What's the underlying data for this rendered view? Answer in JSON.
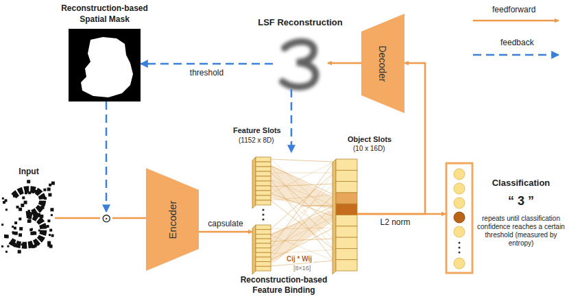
{
  "diagram": {
    "nodes": [
      {
        "text": [
          "Reconstruction-based Spatial Mask"
        ]
      },
      {
        "text": [
          "LSF Reconstruction"
        ]
      },
      {
        "text": [
          "Decoder"
        ]
      },
      {
        "text": [
          "Input"
        ]
      },
      {
        "text": [
          "⊙"
        ]
      },
      {
        "text": [
          "Encoder"
        ]
      },
      {
        "text": [
          "Feature Slots",
          "(1152 x 8D)"
        ]
      },
      {
        "text": [
          "Object Slots",
          "(10 x 16D)"
        ]
      },
      {
        "text": [
          "Classification",
          "“ 3 ”",
          "repeats until classification confidence reaches a certain threshold (measured by entropy)"
        ]
      }
    ],
    "edges": [
      {
        "from": 3,
        "to": 4,
        "arrow": "none"
      },
      {
        "from": 0,
        "to": 4,
        "arrow": "to"
      },
      {
        "from": 4,
        "to": 5,
        "arrow": "none"
      },
      {
        "from": 5,
        "to": 6,
        "label": "capsulate",
        "arrow": "to"
      },
      {
        "from": 6,
        "to": 7,
        "arrow": "none"
      },
      {
        "from": 7,
        "to": 8,
        "label": "L2 norm",
        "arrow": "to"
      },
      {
        "from": 7,
        "to": 2,
        "arrow": "to"
      },
      {
        "from": 2,
        "to": 1,
        "arrow": "to"
      },
      {
        "from": 1,
        "to": 0,
        "label": "threshold",
        "arrow": "to"
      },
      {
        "from": 1,
        "to": 6,
        "arrow": "to"
      }
    ],
    "labels": [
      "Cij * Wij",
      "[8×16]",
      "Reconstruction-based Feature Binding"
    ],
    "legend": [
      {
        "text": "feedforward"
      },
      {
        "text": "feedback"
      }
    ]
  }
}
